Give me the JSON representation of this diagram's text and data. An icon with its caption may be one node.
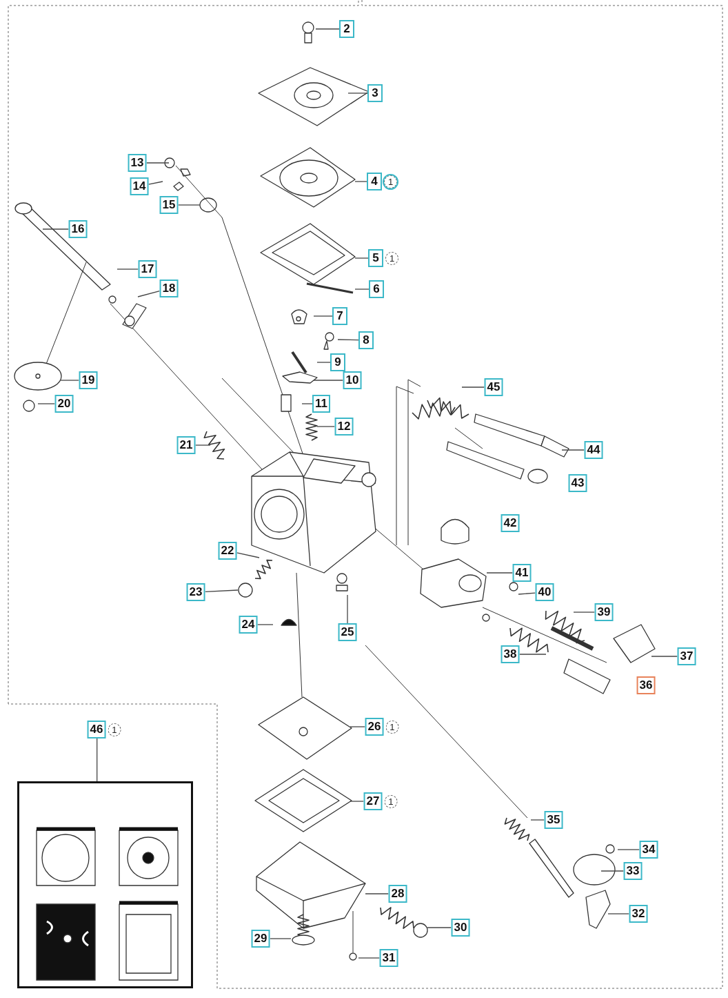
{
  "diagram": {
    "nodes": [
      {
        "text": [
          "2"
        ]
      },
      {
        "text": [
          "3"
        ]
      },
      {
        "text": [
          "4"
        ],
        "beside": [
          "1"
        ]
      },
      {
        "text": [
          "5"
        ],
        "beside": [
          "1"
        ]
      },
      {
        "text": [
          "6"
        ]
      },
      {
        "text": [
          "7"
        ]
      },
      {
        "text": [
          "8"
        ]
      },
      {
        "text": [
          "9"
        ]
      },
      {
        "text": [
          "10"
        ]
      },
      {
        "text": [
          "11"
        ]
      },
      {
        "text": [
          "12"
        ]
      },
      {
        "text": [
          "13"
        ]
      },
      {
        "text": [
          "14"
        ]
      },
      {
        "text": [
          "15"
        ]
      },
      {
        "text": [
          "16"
        ]
      },
      {
        "text": [
          "17"
        ]
      },
      {
        "text": [
          "18"
        ]
      },
      {
        "text": [
          "19"
        ]
      },
      {
        "text": [
          "20"
        ]
      },
      {
        "text": [
          "21"
        ]
      },
      {
        "text": [
          "22"
        ]
      },
      {
        "text": [
          "23"
        ]
      },
      {
        "text": [
          "24"
        ]
      },
      {
        "text": [
          "25"
        ]
      },
      {
        "text": [
          "26"
        ],
        "beside": [
          "1"
        ]
      },
      {
        "text": [
          "27"
        ],
        "beside": [
          "1"
        ]
      },
      {
        "text": [
          "28"
        ]
      },
      {
        "text": [
          "29"
        ]
      },
      {
        "text": [
          "30"
        ]
      },
      {
        "text": [
          "31"
        ]
      },
      {
        "text": [
          "32"
        ]
      },
      {
        "text": [
          "33"
        ]
      },
      {
        "text": [
          "34"
        ]
      },
      {
        "text": [
          "35"
        ]
      },
      {
        "text": [
          "36"
        ]
      },
      {
        "text": [
          "37"
        ]
      },
      {
        "text": [
          "38"
        ]
      },
      {
        "text": [
          "39"
        ]
      },
      {
        "text": [
          "40"
        ]
      },
      {
        "text": [
          "41"
        ]
      },
      {
        "text": [
          "42"
        ]
      },
      {
        "text": [
          "43"
        ]
      },
      {
        "text": [
          "44"
        ]
      },
      {
        "text": [
          "45"
        ]
      },
      {
        "text": [
          "46"
        ],
        "beside": [
          "1"
        ]
      },
      {
        "text": [],
        "shape": "picture"
      }
    ],
    "edges": [
      {
        "from": 0,
        "to": null,
        "arrow": "none"
      },
      {
        "from": 1,
        "to": null,
        "arrow": "none"
      },
      {
        "from": 2,
        "to": null,
        "arrow": "none"
      },
      {
        "from": 3,
        "to": null,
        "arrow": "none"
      },
      {
        "from": 4,
        "to": null,
        "arrow": "none"
      },
      {
        "from": 5,
        "to": null,
        "arrow": "none"
      },
      {
        "from": 6,
        "to": null,
        "arrow": "none"
      },
      {
        "from": 7,
        "to": null,
        "arrow": "none"
      },
      {
        "from": 8,
        "to": null,
        "arrow": "none"
      },
      {
        "from": 9,
        "to": null,
        "arrow": "none"
      },
      {
        "from": 10,
        "to": null,
        "arrow": "none"
      },
      {
        "from": 11,
        "to": null,
        "arrow": "none"
      },
      {
        "from": 12,
        "to": null,
        "arrow": "none"
      },
      {
        "from": 13,
        "to": null,
        "arrow": "none"
      },
      {
        "from": 14,
        "to": null,
        "arrow": "none"
      },
      {
        "from": 15,
        "to": null,
        "arrow": "none"
      },
      {
        "from": 16,
        "to": null,
        "arrow": "none"
      },
      {
        "from": 17,
        "to": null,
        "arrow": "none"
      },
      {
        "from": 18,
        "to": null,
        "arrow": "none"
      },
      {
        "from": 19,
        "to": null,
        "arrow": "none"
      },
      {
        "from": 20,
        "to": null,
        "arrow": "none"
      },
      {
        "from": 21,
        "to": null,
        "arrow": "none"
      },
      {
        "from": 22,
        "to": null,
        "arrow": "none"
      },
      {
        "from": 23,
        "to": null,
        "arrow": "none"
      },
      {
        "from": 24,
        "to": null,
        "arrow": "none"
      },
      {
        "from": 25,
        "to": null,
        "arrow": "none"
      },
      {
        "from": 26,
        "to": null,
        "arrow": "none"
      },
      {
        "from": 27,
        "to": null,
        "arrow": "none"
      },
      {
        "from": 28,
        "to": null,
        "arrow": "none"
      },
      {
        "from": 29,
        "to": null,
        "arrow": "none"
      },
      {
        "from": 30,
        "to": null,
        "arrow": "none"
      },
      {
        "from": 31,
        "to": null,
        "arrow": "none"
      },
      {
        "from": 32,
        "to": null,
        "arrow": "none"
      },
      {
        "from": 33,
        "to": null,
        "arrow": "none"
      },
      {
        "from": 35,
        "to": null,
        "arrow": "none"
      },
      {
        "from": 36,
        "to": null,
        "arrow": "none"
      },
      {
        "from": 37,
        "to": null,
        "arrow": "none"
      },
      {
        "from": 38,
        "to": null,
        "arrow": "none"
      },
      {
        "from": 39,
        "to": null,
        "arrow": "none"
      },
      {
        "from": 42,
        "to": null,
        "arrow": "none"
      },
      {
        "from": 43,
        "to": null,
        "arrow": "none"
      },
      {
        "from": 44,
        "to": 45,
        "arrow": "none"
      }
    ]
  }
}
